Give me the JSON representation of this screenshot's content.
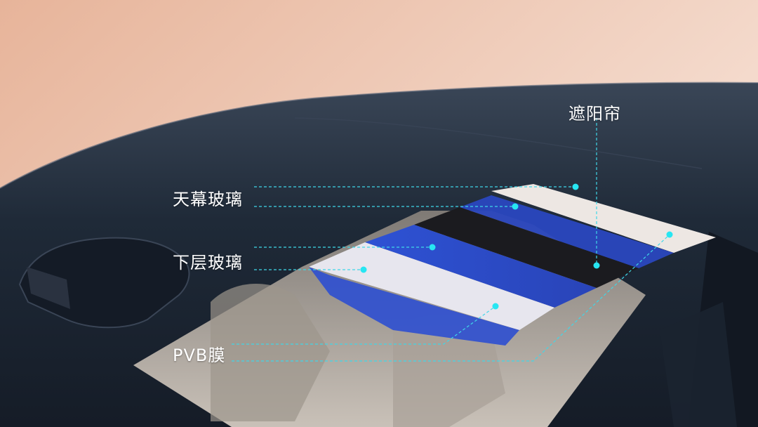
{
  "labels": {
    "sunshade": "遮阳帘",
    "roof_glass": "天幕玻璃",
    "lower_glass": "下层玻璃",
    "pvb_film": "PVB膜"
  },
  "colors": {
    "background_top": "#e9b9a0",
    "background_bottom": "#f6e0d4",
    "car_body": "#1d2634",
    "glass_blue": "#2b4fcf",
    "sunshade_white": "#ede7e3",
    "leader_line": "#3fd7e8",
    "dot": "#27e6f2",
    "label_text": "#ffffff"
  }
}
